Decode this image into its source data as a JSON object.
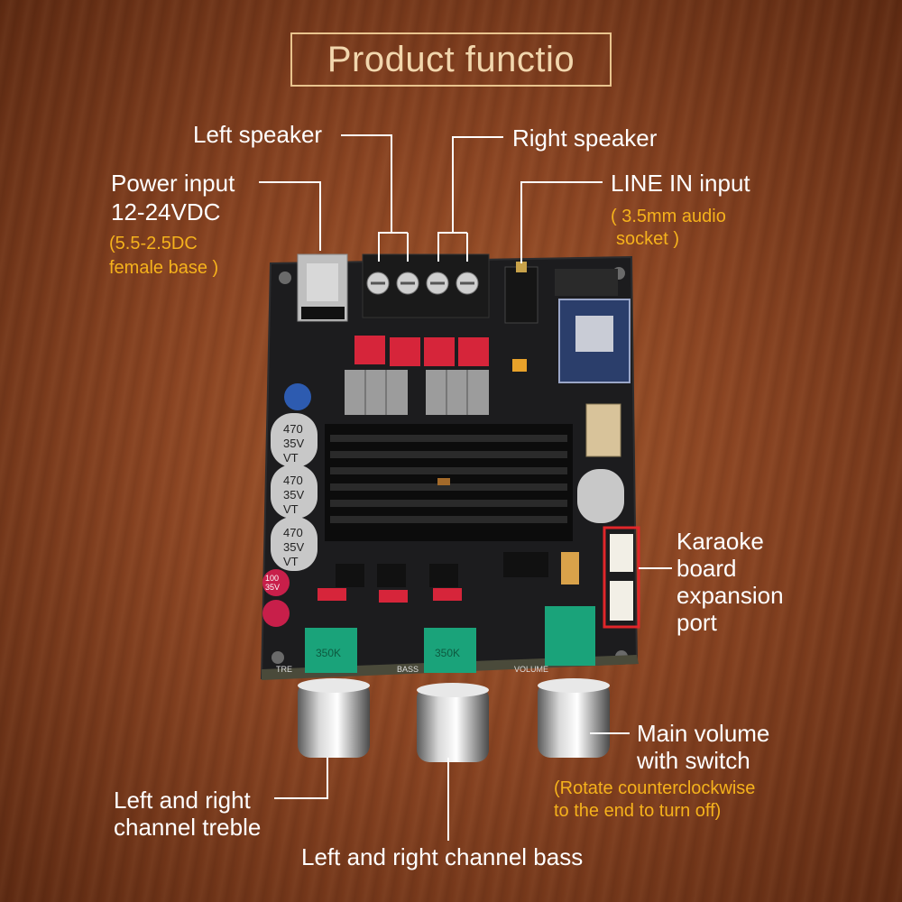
{
  "title": "Product functio",
  "labels": {
    "left_speaker": "Left speaker",
    "right_speaker": "Right speaker",
    "power_input_line1": "Power input",
    "power_input_line2": "12-24VDC",
    "power_input_note_line1": "(5.5-2.5DC",
    "power_input_note_line2": "female base  )",
    "line_in": "LINE IN input",
    "line_in_note_line1": "( 3.5mm audio",
    "line_in_note_line2": "socket )",
    "karaoke_line1": "Karaoke",
    "karaoke_line2": "board",
    "karaoke_line3": "expansion",
    "karaoke_line4": "port",
    "main_volume_line1": "Main volume",
    "main_volume_line2": "with switch",
    "main_volume_note_line1": "(Rotate counterclockwise",
    "main_volume_note_line2": " to the end to turn off)",
    "treble_line1": "Left and right",
    "treble_line2": "channel treble",
    "bass": "Left and right channel bass"
  },
  "board_markings": {
    "cap_value": "470",
    "cap_voltage": "35V",
    "cap_suffix": "VT",
    "small_cap1": "100",
    "small_cap2": "35V",
    "pot_value": "350K",
    "treble_silk": "TRE",
    "bass_silk": "BASS",
    "volume_silk": "VOLUME"
  },
  "colors": {
    "label_text": "#ffffff",
    "note_text": "#f5b21c",
    "title_text": "#f2d7ae",
    "title_border": "#e9c48e",
    "pcb": "#1c1c1e",
    "heatsink": "#0c0c0c",
    "relay_red": "#d6253a",
    "pot_green": "#1aa37a",
    "karaoke_highlight": "#e0262a"
  }
}
